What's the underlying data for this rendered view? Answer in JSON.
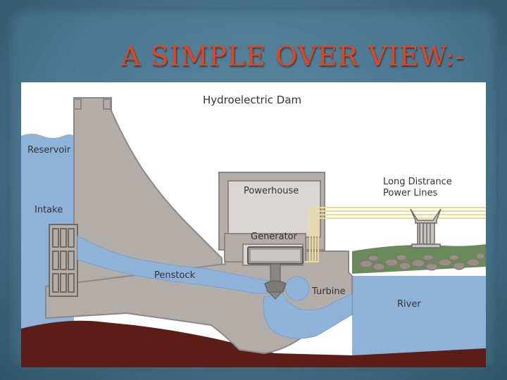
{
  "slide": {
    "title": "A SIMPLE OVER VIEW:-"
  },
  "diagram": {
    "title": "Hydroelectric Dam",
    "labels": {
      "reservoir": "Reservoir",
      "intake": "Intake",
      "powerhouse": "Powerhouse",
      "generator": "Generator",
      "penstock": "Penstock",
      "turbine": "Turbine",
      "power_lines_1": "Long Distrance",
      "power_lines_2": "Power Lines",
      "river": "River"
    },
    "colors": {
      "water": "#8fb2d9",
      "concrete": "#b3aeaa",
      "earth": "#5c1d16",
      "grass": "#6a8a5c",
      "power_line": "#f0dc8c",
      "title_accent": "#e8431f"
    }
  }
}
